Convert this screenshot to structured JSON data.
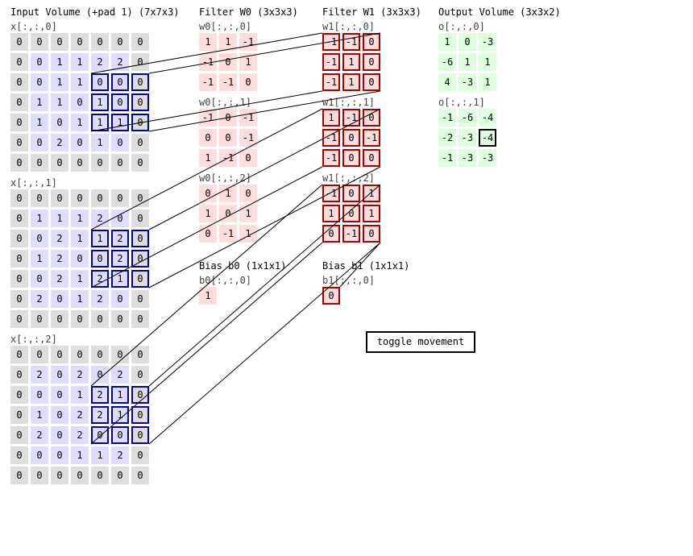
{
  "titles": {
    "input": "Input Volume (+pad 1) (7x7x3)",
    "filter0": "Filter W0 (3x3x3)",
    "filter1": "Filter W1 (3x3x3)",
    "output": "Output Volume (3x3x2)",
    "bias0": "Bias b0 (1x1x1)",
    "bias1": "Bias b1 (1x1x1)"
  },
  "input": {
    "labels": [
      "x[:,:,0]",
      "x[:,:,1]",
      "x[:,:,2]"
    ],
    "slices": [
      [
        [
          0,
          0,
          0,
          0,
          0,
          0,
          0
        ],
        [
          0,
          0,
          1,
          1,
          2,
          2,
          0
        ],
        [
          0,
          0,
          1,
          1,
          0,
          0,
          0
        ],
        [
          0,
          1,
          1,
          0,
          1,
          0,
          0
        ],
        [
          0,
          1,
          0,
          1,
          1,
          1,
          0
        ],
        [
          0,
          0,
          2,
          0,
          1,
          0,
          0
        ],
        [
          0,
          0,
          0,
          0,
          0,
          0,
          0
        ]
      ],
      [
        [
          0,
          0,
          0,
          0,
          0,
          0,
          0
        ],
        [
          0,
          1,
          1,
          1,
          2,
          0,
          0
        ],
        [
          0,
          0,
          2,
          1,
          1,
          2,
          0
        ],
        [
          0,
          1,
          2,
          0,
          0,
          2,
          0
        ],
        [
          0,
          0,
          2,
          1,
          2,
          1,
          0
        ],
        [
          0,
          2,
          0,
          1,
          2,
          0,
          0
        ],
        [
          0,
          0,
          0,
          0,
          0,
          0,
          0
        ]
      ],
      [
        [
          0,
          0,
          0,
          0,
          0,
          0,
          0
        ],
        [
          0,
          2,
          0,
          2,
          0,
          2,
          0
        ],
        [
          0,
          0,
          0,
          1,
          2,
          1,
          0
        ],
        [
          0,
          1,
          0,
          2,
          2,
          1,
          0
        ],
        [
          0,
          2,
          0,
          2,
          0,
          0,
          0
        ],
        [
          0,
          0,
          0,
          1,
          1,
          2,
          0
        ],
        [
          0,
          0,
          0,
          0,
          0,
          0,
          0
        ]
      ]
    ]
  },
  "w0": {
    "labels": [
      "w0[:,:,0]",
      "w0[:,:,1]",
      "w0[:,:,2]"
    ],
    "slices": [
      [
        [
          1,
          1,
          -1
        ],
        [
          -1,
          0,
          1
        ],
        [
          -1,
          -1,
          0
        ]
      ],
      [
        [
          -1,
          0,
          -1
        ],
        [
          0,
          0,
          -1
        ],
        [
          1,
          -1,
          0
        ]
      ],
      [
        [
          0,
          1,
          0
        ],
        [
          1,
          0,
          1
        ],
        [
          0,
          -1,
          1
        ]
      ]
    ]
  },
  "w1": {
    "labels": [
      "w1[:,:,0]",
      "w1[:,:,1]",
      "w1[:,:,2]"
    ],
    "slices": [
      [
        [
          -1,
          -1,
          0
        ],
        [
          -1,
          1,
          0
        ],
        [
          -1,
          1,
          0
        ]
      ],
      [
        [
          1,
          -1,
          0
        ],
        [
          -1,
          0,
          -1
        ],
        [
          -1,
          0,
          0
        ]
      ],
      [
        [
          -1,
          0,
          1
        ],
        [
          1,
          0,
          1
        ],
        [
          0,
          -1,
          0
        ]
      ]
    ]
  },
  "b0": {
    "label": "b0[:,:,0]",
    "value": 1
  },
  "b1": {
    "label": "b1[:,:,0]",
    "value": 0
  },
  "output": {
    "labels": [
      "o[:,:,0]",
      "o[:,:,1]"
    ],
    "slices": [
      [
        [
          1,
          0,
          -3
        ],
        [
          -6,
          1,
          1
        ],
        [
          4,
          -3,
          1
        ]
      ],
      [
        [
          -1,
          -6,
          -4
        ],
        [
          -2,
          -3,
          -4
        ],
        [
          -1,
          -3,
          -3
        ]
      ]
    ]
  },
  "highlight": {
    "input_row": 2,
    "input_col": 4,
    "filter": 1,
    "output_row": 1,
    "output_col": 2
  },
  "button": {
    "label": "toggle movement"
  }
}
